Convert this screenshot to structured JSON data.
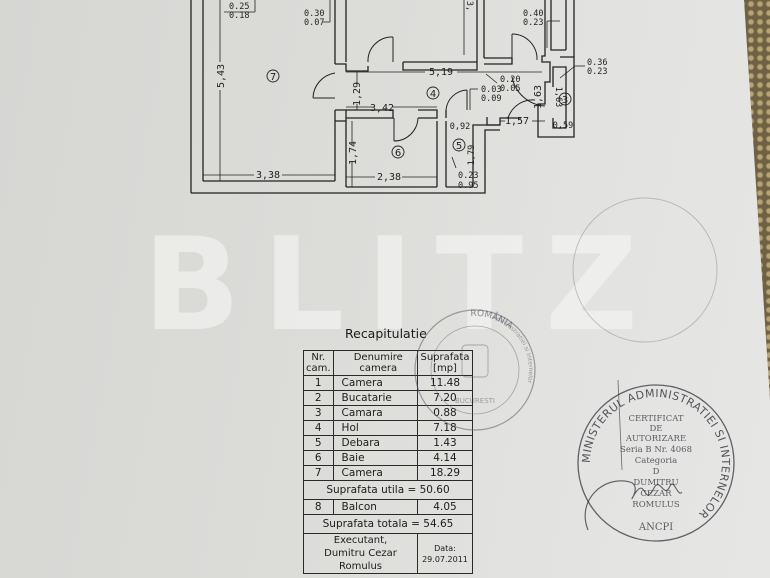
{
  "document": {
    "type": "floor plan with area summary (Romanian cadastral)",
    "watermark": "BLITZ"
  },
  "floor_plan": {
    "room_numbers": [
      "1",
      "2",
      "3",
      "4",
      "5",
      "6",
      "7"
    ],
    "visible_room_labels": {
      "r3": "3",
      "r4": "4",
      "r5": "5",
      "r6": "6",
      "r7": "7"
    },
    "dimensions": {
      "room7_height": "5,43",
      "room7_width": "3,38",
      "room6_height": "1,74",
      "room6_width": "2,38",
      "hall_width": "3,42",
      "hall_length": "5,19",
      "hall_left_height": "1,29",
      "room5_width": "0,92",
      "room5_height": "1,79",
      "room3_height_a": "1,63",
      "room3_height_b": "1,63",
      "room3_width": "0,59",
      "passage_width": "1,57",
      "top_partial": "3,"
    },
    "wall_notes": {
      "n1_top": "0.25",
      "n1_bottom": "0.18",
      "n2_top": "0.30",
      "n2_bottom": "0.07",
      "n3_top": "0.40",
      "n3_bottom": "0.23",
      "n4_top": "0.20",
      "n4_bottom": "0.05",
      "n5_top": "0.03",
      "n5_bottom": "0.09",
      "n6_top": "0.36",
      "n6_bottom": "0.23",
      "n7_top": "0.23",
      "n7_bottom": "0.95"
    }
  },
  "recap": {
    "title": "Recapitulatie",
    "headers": {
      "nr": "Nr. cam.",
      "name": "Denumire camera",
      "area": "Suprafata [mp]"
    },
    "rows": [
      {
        "nr": "1",
        "name": "Camera",
        "area": "11.48"
      },
      {
        "nr": "2",
        "name": "Bucatarie",
        "area": "7.20"
      },
      {
        "nr": "3",
        "name": "Camara",
        "area": "0.88"
      },
      {
        "nr": "4",
        "name": "Hol",
        "area": "7.18"
      },
      {
        "nr": "5",
        "name": "Debara",
        "area": "1.43"
      },
      {
        "nr": "6",
        "name": "Baie",
        "area": "4.14"
      },
      {
        "nr": "7",
        "name": "Camera",
        "area": "18.29"
      }
    ],
    "useful_area": "Suprafata utila = 50.60",
    "balcony": {
      "nr": "8",
      "name": "Balcon",
      "area": "4.05"
    },
    "total_area": "Suprafata totala = 54.65",
    "executant_label": "Executant,",
    "executant_name": "Dumitru Cezar Romulus",
    "date_label": "Data:",
    "date_value": "29.07.2011"
  },
  "stamps": {
    "round_stamp_top": "ROMÂNIA",
    "round_stamp_ring": "Administratiei si Internelor",
    "round_stamp_bottom": "BUCURESTI",
    "cert_ring": "MINISTERUL ADMINISTRATIEI SI INTERNELOR",
    "cert_bottom": "ANCPI",
    "cert_line1": "CERTIFICAT",
    "cert_line2": "DE",
    "cert_line3": "AUTORIZARE",
    "cert_line4": "Seria B Nr. 4068",
    "cert_line5": "Categoria",
    "cert_line6": "D",
    "cert_line7": "DUMITRU",
    "cert_line8": "CEZAR",
    "cert_line9": "ROMULUS"
  },
  "colors": {
    "paper": "#dcdcd9",
    "ink": "#222222",
    "stamp": "#4a4a55",
    "background": "#8a7a55"
  }
}
